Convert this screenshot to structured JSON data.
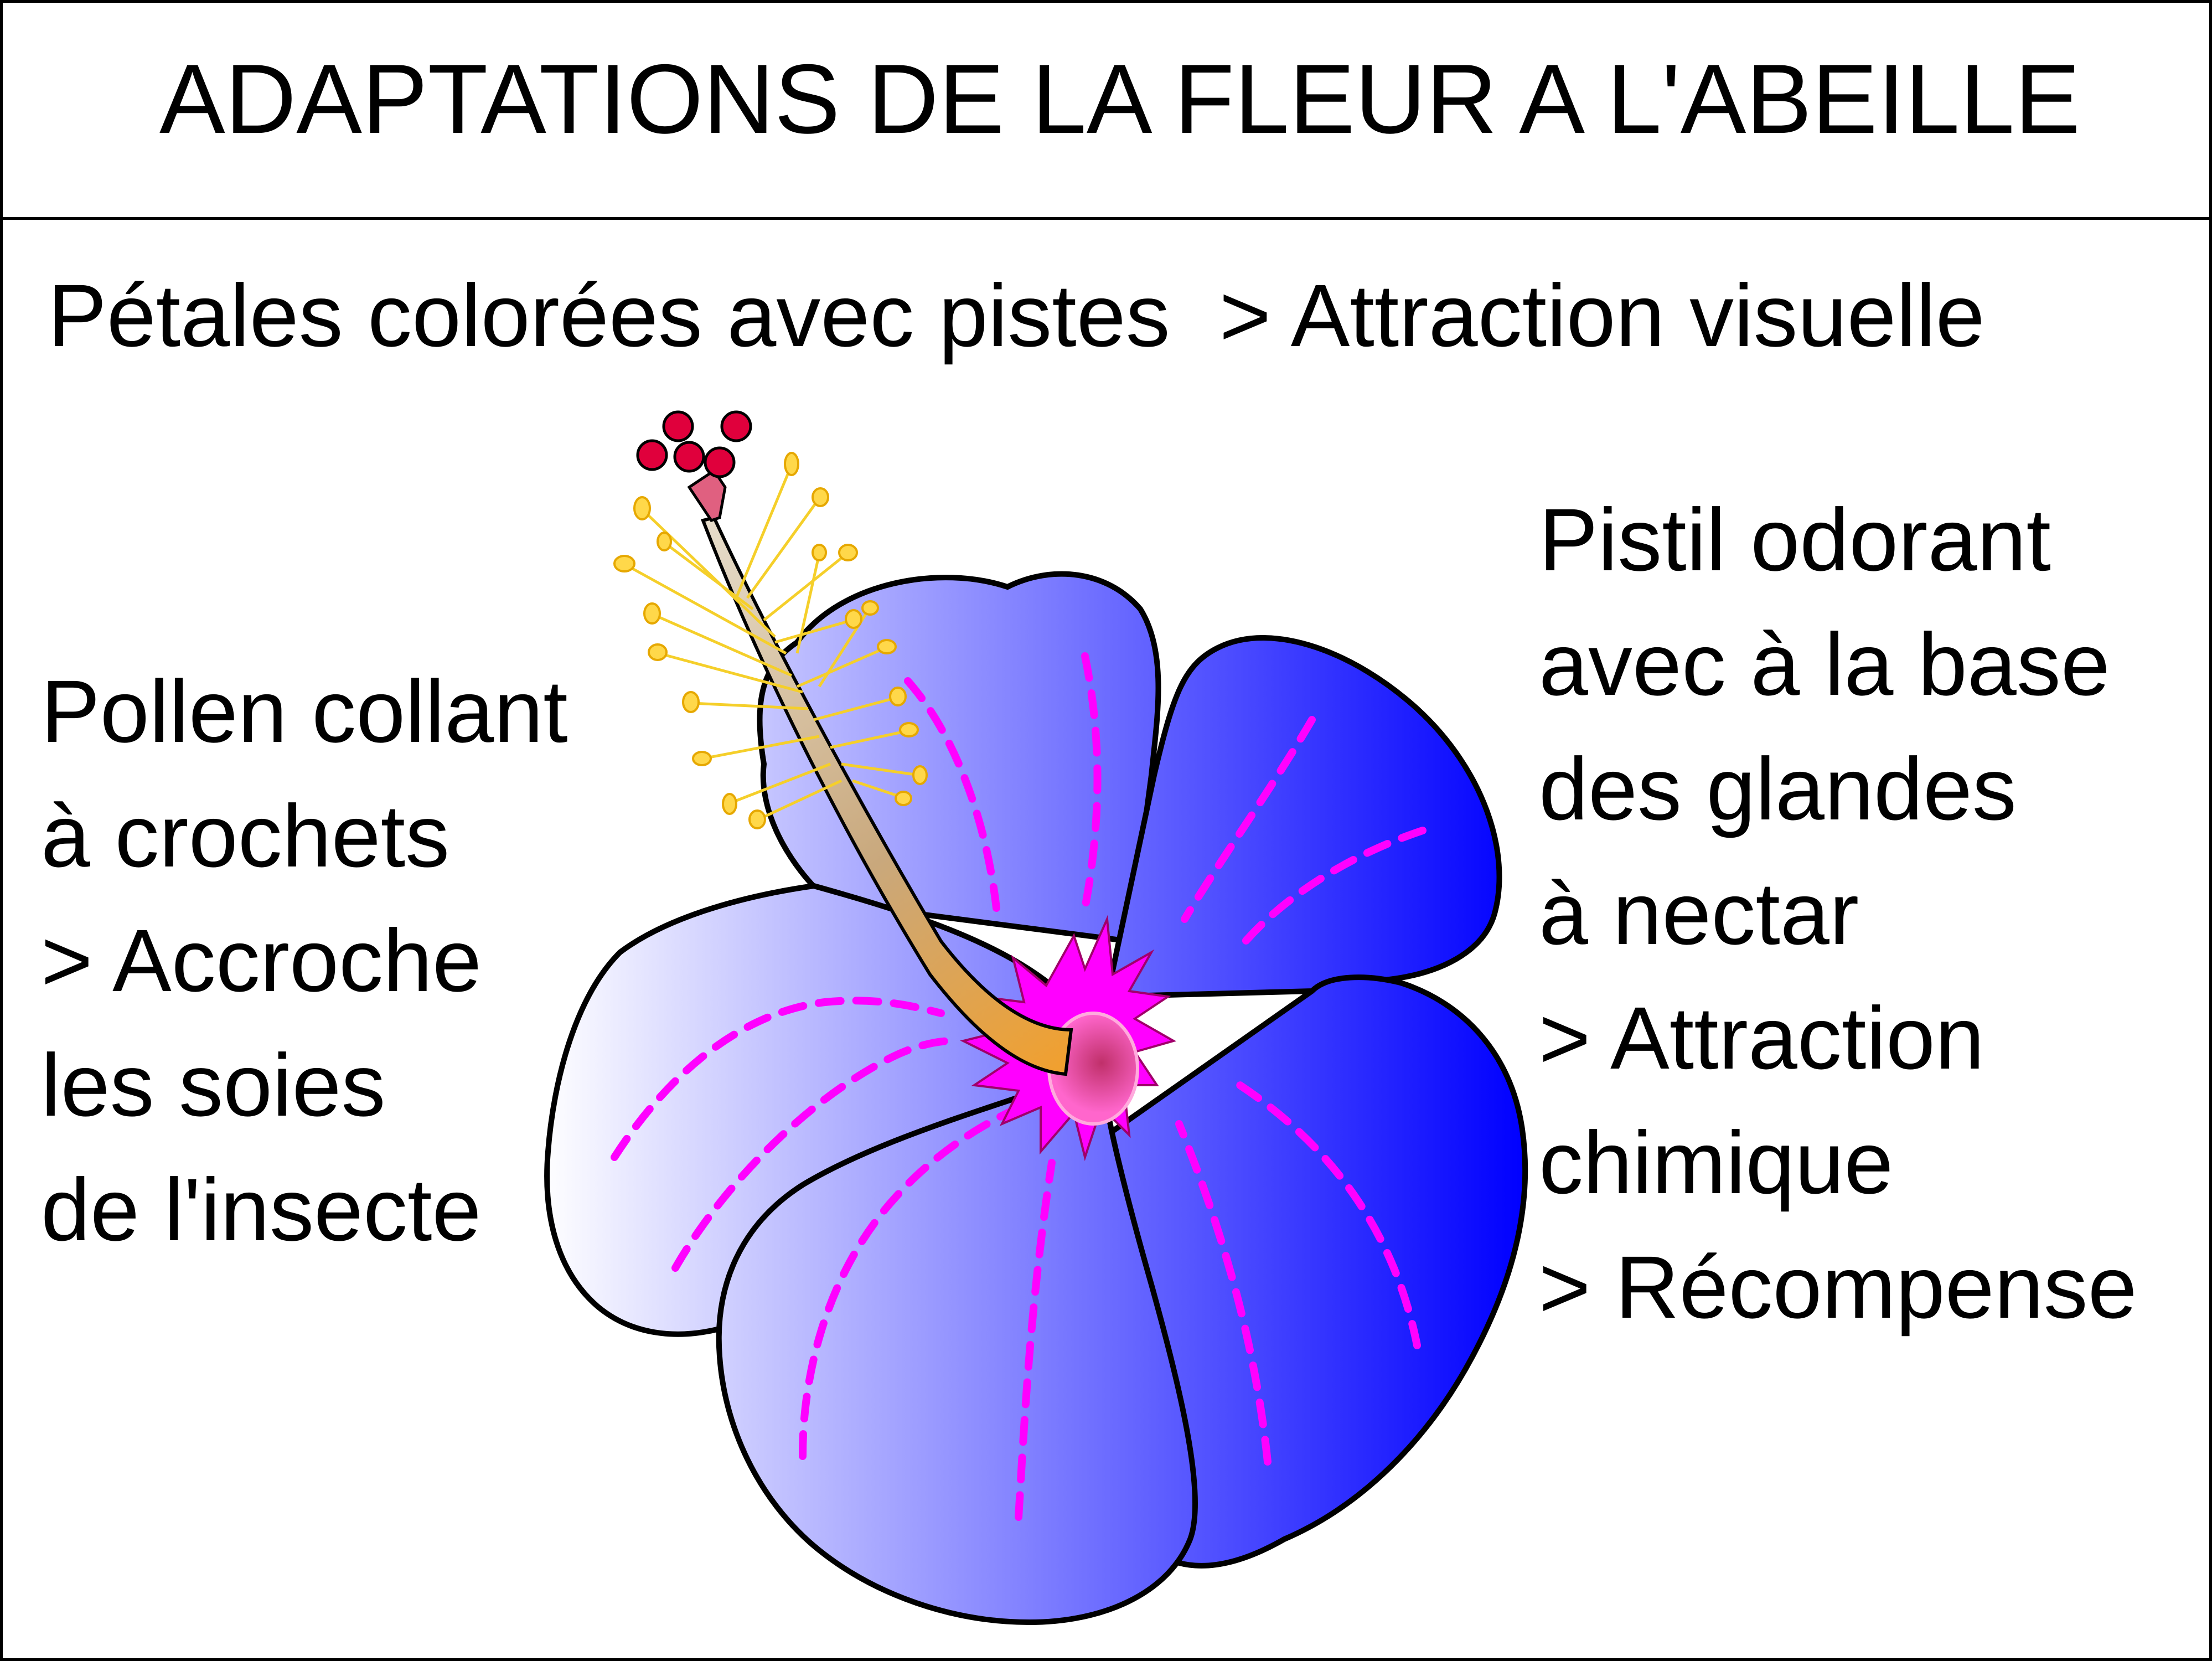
{
  "title": "ADAPTATIONS DE LA FLEUR A L'ABEILLE",
  "subtitle": "Pétales colorées avec pistes  > Attraction visuelle",
  "left_annotation": {
    "lines": [
      "Pollen collant",
      "à crochets",
      "> Accroche",
      "les soies",
      "de l'insecte"
    ]
  },
  "right_annotation": {
    "lines": [
      "Pistil odorant",
      "avec à la base",
      "des glandes",
      "à nectar",
      "> Attraction",
      "chimique",
      "> Récompense"
    ]
  },
  "colors": {
    "petal_gradient_start": "#ffffff",
    "petal_gradient_end": "#0000ff",
    "nectar_guides": "#ff00ff",
    "anthers": "#ffd700",
    "stigma": "#e0003c",
    "style": "#c8a878"
  }
}
